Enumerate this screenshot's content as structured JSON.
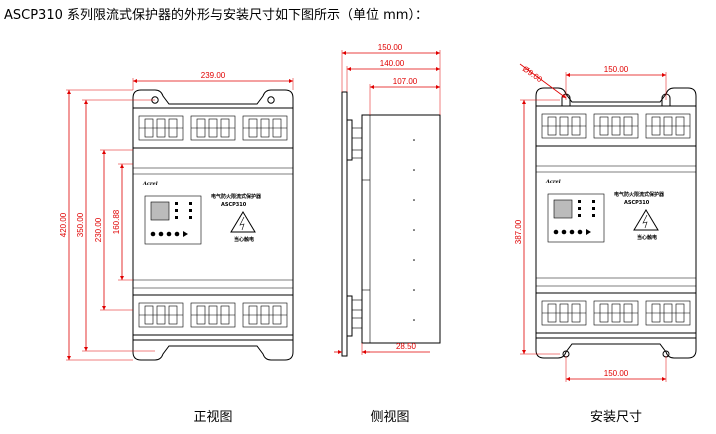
{
  "title": "ASCP310 系列限流式保护器的外形与安装尺寸如下图所示（单位 mm）：",
  "views": {
    "front": {
      "caption": "正视图",
      "dims": {
        "width": "239.00",
        "h420": "420.00",
        "h350": "350.00",
        "h230": "230.00",
        "h160": "160.88"
      },
      "brand": "Acrel",
      "device_label": "电气防火限流式保护器",
      "model": "ASCP310",
      "warning": "当心触电"
    },
    "side": {
      "caption": "侧视图",
      "dims": {
        "d150": "150.00",
        "d140": "140.00",
        "d107": "107.00",
        "d28": "28.50"
      }
    },
    "install": {
      "caption": "安装尺寸",
      "dims": {
        "hole": "Ø9.00",
        "top150": "150.00",
        "h387": "387.00",
        "bot150": "150.00"
      },
      "brand": "Acrel",
      "device_label": "电气防火限流式保护器",
      "model": "ASCP310",
      "warning": "当心触电"
    }
  },
  "colors": {
    "dimension": "#e00000",
    "outline": "#000000",
    "lcd": "#bbbbbb"
  }
}
